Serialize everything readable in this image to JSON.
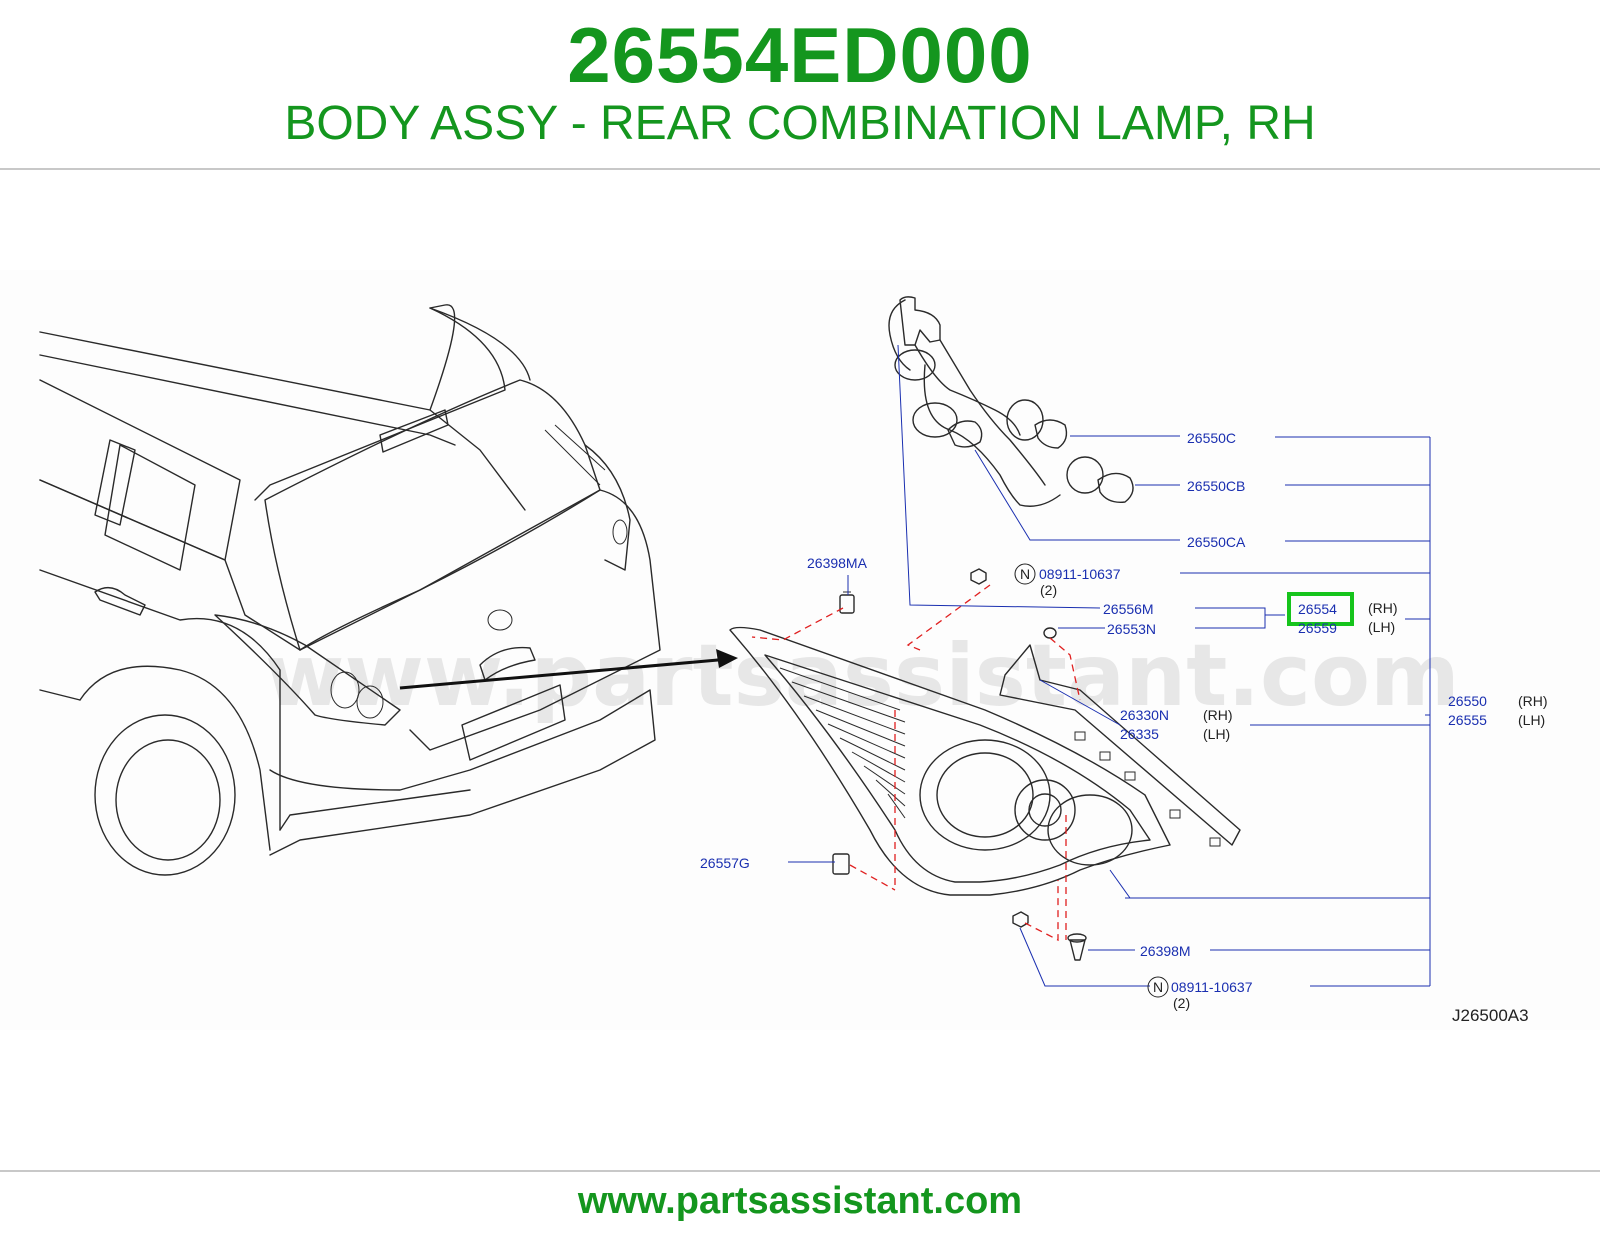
{
  "header": {
    "part_number": "26554ED000",
    "description": "BODY ASSY - REAR COMBINATION LAMP, RH"
  },
  "diagram": {
    "watermark": "www.partsassistant.com",
    "reference_code": "J26500A3",
    "callouts": {
      "c26550C": "26550C",
      "c26550CB": "26550CB",
      "c26550CA": "26550CA",
      "c26398MA": "26398MA",
      "c08911_top": "08911-10637",
      "c08911_top_qty": "(2)",
      "c26556M": "26556M",
      "c26553N": "26553N",
      "c26554": "26554",
      "c26554_side": "(RH)",
      "c26559": "26559",
      "c26559_side": "(LH)",
      "c26330N": "26330N",
      "c26330N_side": "(RH)",
      "c26335": "26335",
      "c26335_side": "(LH)",
      "c26550": "26550",
      "c26550_side": "(RH)",
      "c26555": "26555",
      "c26555_side": "(LH)",
      "c26557G": "26557G",
      "c26398M": "26398M",
      "c08911_bot": "08911-10637",
      "c08911_bot_qty": "(2)",
      "n_symbol": "N"
    },
    "highlight_color": "#16c41c",
    "callout_color": "#1a2fb0",
    "dashed_leader_color": "#e02020"
  },
  "footer": {
    "url": "www.partsassistant.com"
  },
  "brand_color": "#14961e"
}
